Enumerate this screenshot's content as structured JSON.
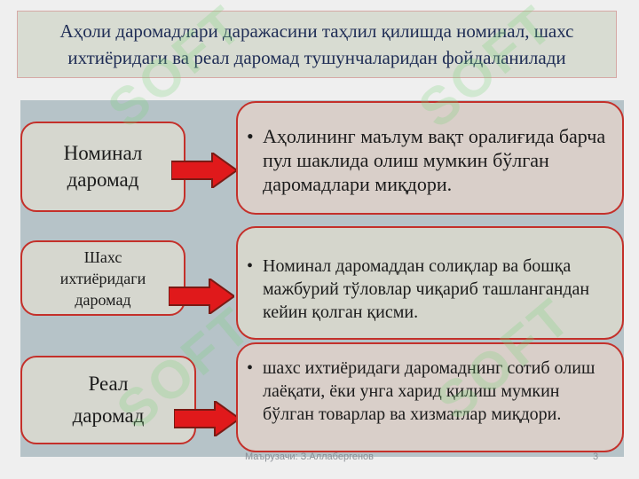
{
  "title": "Аҳоли даромадлари даражасини таҳлил қилишда номинал, шахс ихтиёридаги ва реал даромад тушунчаларидан фойдаланилади",
  "rows": [
    {
      "term": "Номинал даромад",
      "bullet": "•",
      "definition": "Аҳолининг маълум вақт оралиғида барча пул шаклида олиш мумкин бўлган даромадлари миқдори."
    },
    {
      "term": "Шахс ихтиёридаги даромад",
      "bullet": "•",
      "definition": "Номинал даромаддан солиқлар ва бошқа мажбурий тўловлар чиқариб ташлангандан кейин қолган қисми."
    },
    {
      "term": "Реал даромад",
      "bullet": "•",
      "definition": "шахс ихтиёридаги даромаднинг сотиб олиш лаёқати, ёки унга харид қилиш мумкин бўлган товарлар ва хизматлар миқдори."
    }
  ],
  "watermark": "SOFT",
  "footer": {
    "author": "Маърузачи: З.Аллабергенов",
    "page": "3"
  },
  "colors": {
    "border": "#c4302a",
    "arrow": "#e0191b",
    "title_text": "#1f2d55",
    "panel": "#b6c3c8"
  }
}
